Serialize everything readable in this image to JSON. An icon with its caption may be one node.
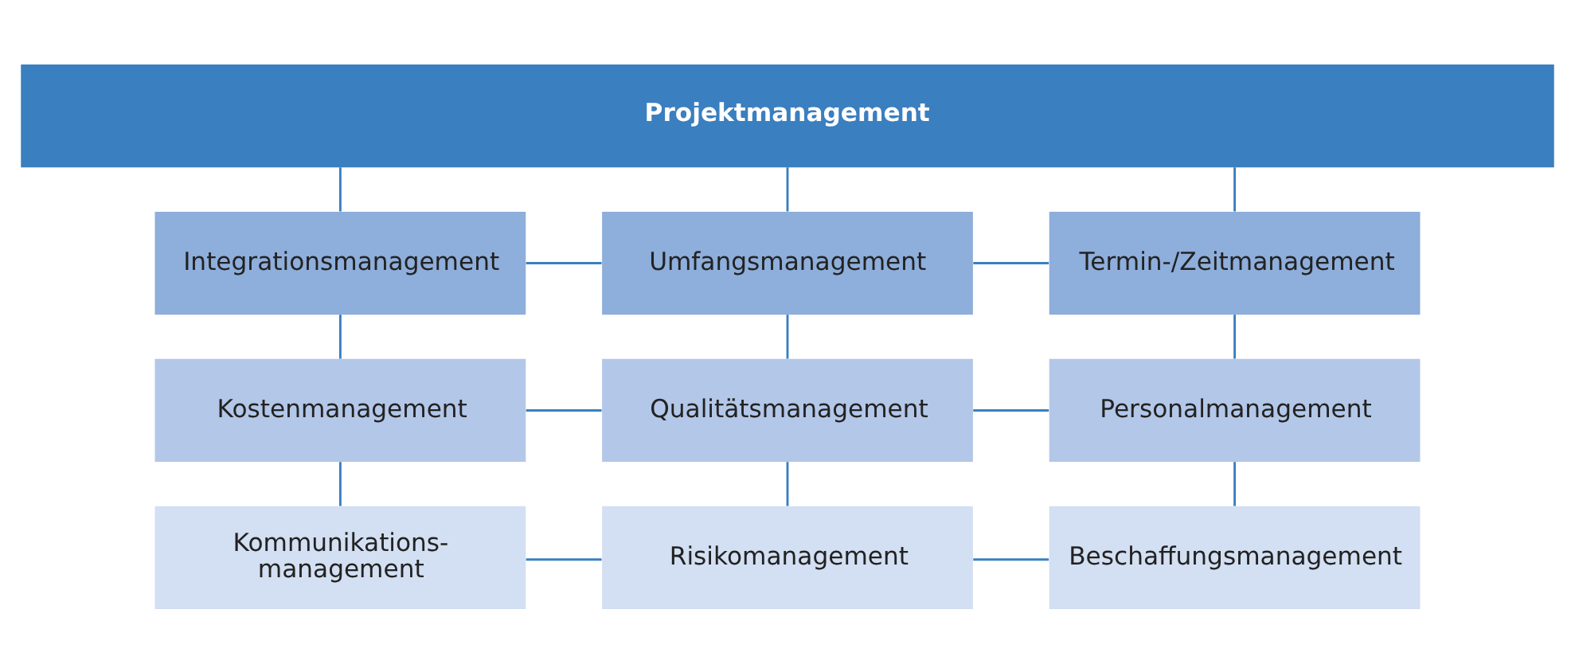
{
  "diagram": {
    "nodes": [
      {
        "text": [
          "Projektmanagement"
        ]
      },
      {
        "text": [
          "Integrationsmanagement"
        ]
      },
      {
        "text": [
          "Umfangsmanagement"
        ]
      },
      {
        "text": [
          "Termin-/Zeitmanagement"
        ]
      },
      {
        "text": [
          "Kostenmanagement"
        ]
      },
      {
        "text": [
          "Qualitätsmanagement"
        ]
      },
      {
        "text": [
          "Personalmanagement"
        ]
      },
      {
        "text": [
          "Kommunikations- management"
        ]
      },
      {
        "text": [
          "Risikomanagement"
        ]
      },
      {
        "text": [
          "Beschaffungsmanagement"
        ]
      }
    ],
    "edges": [
      {
        "from": 0,
        "to": 1,
        "arrow": "none"
      },
      {
        "from": 0,
        "to": 2,
        "arrow": "none"
      },
      {
        "from": 0,
        "to": 3,
        "arrow": "none"
      },
      {
        "from": 1,
        "to": 2,
        "arrow": "none"
      },
      {
        "from": 2,
        "to": 3,
        "arrow": "none"
      },
      {
        "from": 1,
        "to": 4,
        "arrow": "none"
      },
      {
        "from": 2,
        "to": 5,
        "arrow": "none"
      },
      {
        "from": 3,
        "to": 6,
        "arrow": "none"
      },
      {
        "from": 4,
        "to": 5,
        "arrow": "none"
      },
      {
        "from": 5,
        "to": 6,
        "arrow": "none"
      },
      {
        "from": 4,
        "to": 7,
        "arrow": "none"
      },
      {
        "from": 5,
        "to": 8,
        "arrow": "none"
      },
      {
        "from": 6,
        "to": 9,
        "arrow": "none"
      },
      {
        "from": 7,
        "to": 8,
        "arrow": "none"
      },
      {
        "from": 8,
        "to": 9,
        "arrow": "none"
      }
    ]
  }
}
